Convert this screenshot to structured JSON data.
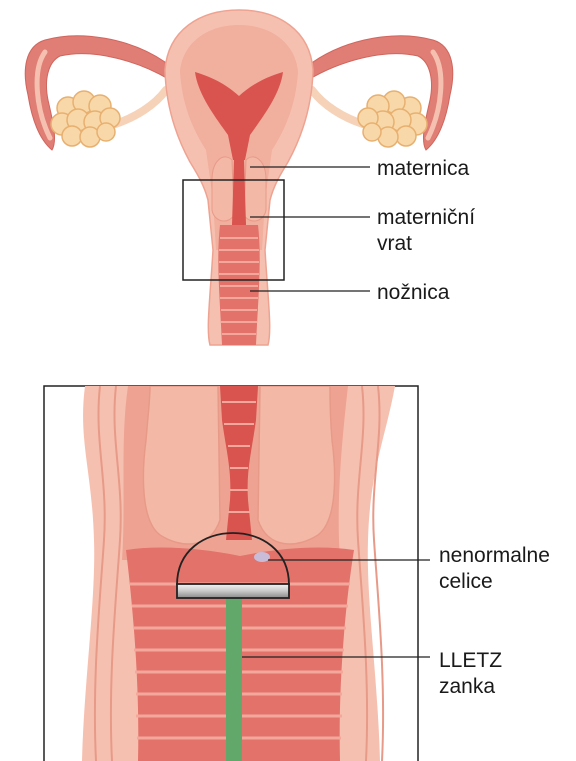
{
  "labels": {
    "uterus": "maternica",
    "cervix_line1": "materniční",
    "cervix_line2": "vrat",
    "vagina": "nožnica",
    "abnormal_line1": "nenormalne",
    "abnormal_line2": "celice",
    "lletz_line1": "LLETZ",
    "lletz_line2": "zanka"
  },
  "colors": {
    "tissue_light": "#f6c0b0",
    "tissue_mid": "#eea392",
    "tissue_dark": "#e07d74",
    "canal_red": "#d9534f",
    "vagina_ridges": "#e2726a",
    "ovary": "#f8d8a8",
    "ovary_outline": "#e8b070",
    "loop_green": "#62a86a",
    "abnormal_cells": "#c6c4e6",
    "line": "#222222"
  }
}
